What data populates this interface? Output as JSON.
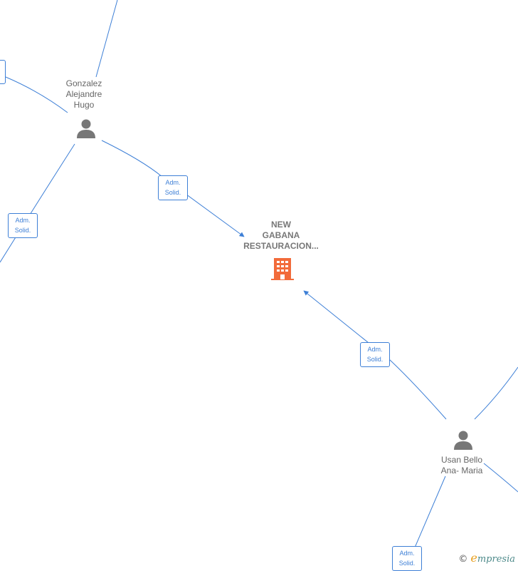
{
  "nodes": {
    "company": {
      "label": "NEW\nGABANA\nRESTAURACION...",
      "icon": "building-icon",
      "color": "#f26b3a"
    },
    "person1": {
      "label": "Gonzalez\nAlejandre\nHugo",
      "icon": "person-icon",
      "color": "#777777"
    },
    "person2": {
      "label": "Usan Bello\nAna- Maria",
      "icon": "person-icon",
      "color": "#777777"
    }
  },
  "edges": [
    {
      "id": "edge-1",
      "line1": "Adm.",
      "line2": "Solid."
    },
    {
      "id": "edge-2",
      "line1": "Adm.",
      "line2": "Solid."
    },
    {
      "id": "edge-3",
      "line1": "Adm.",
      "line2": "Solid."
    },
    {
      "id": "edge-4",
      "line1": "Adm.",
      "line2": "Solid."
    }
  ],
  "colors": {
    "edge": "#3d7fd6"
  },
  "watermark": {
    "copyright": "©",
    "brand_initial": "e",
    "brand_rest": "mpresia"
  }
}
